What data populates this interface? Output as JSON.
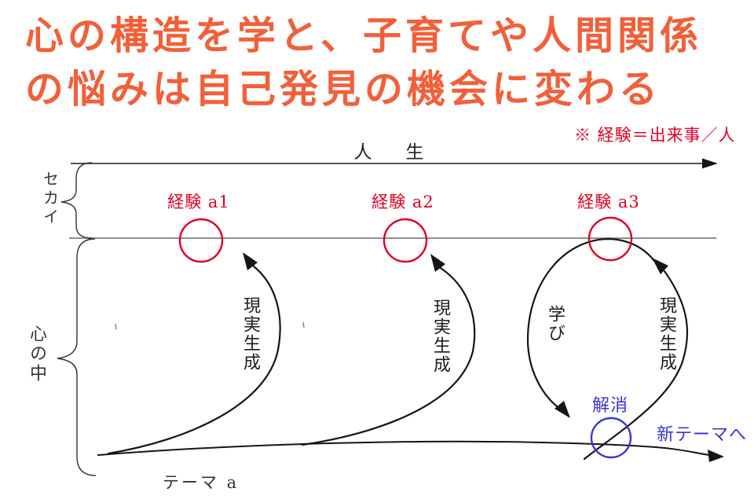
{
  "title": {
    "line1": "心の構造を学と、子育てや人間関係",
    "line2": "の悩みは自己発見の機会に変わる"
  },
  "legend_note": "※ 経験＝出来事／人",
  "timeline": {
    "label": "人　生"
  },
  "regions": {
    "world": "セカイ",
    "mind": "心の中"
  },
  "experiences": [
    {
      "label": "経験 a1"
    },
    {
      "label": "経験 a2"
    },
    {
      "label": "経験 a3"
    }
  ],
  "cycles": {
    "arc1_label": "現実生成",
    "arc2_label": "現実生成",
    "loop_learning_label": "学び",
    "loop_reality_label": "現実生成",
    "resolution_label": "解消"
  },
  "footer": {
    "theme_label": "テーマ a",
    "new_theme_label": "新テーマへ"
  },
  "colors": {
    "title": "#f2603a",
    "red": "#e10024",
    "blue": "#3b35d6",
    "ink": "#151515",
    "gray": "#8f8f8f",
    "text": "#2b2b2b"
  }
}
